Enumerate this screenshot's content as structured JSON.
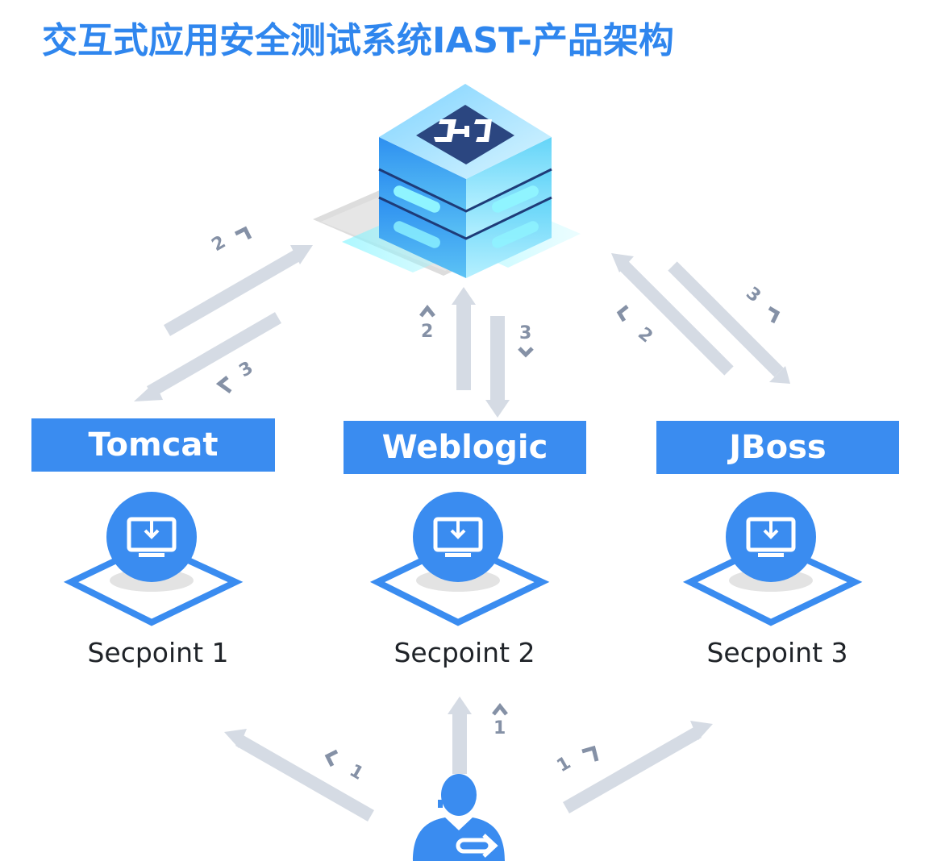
{
  "title": "交互式应用安全测试系统IAST-产品架构",
  "app_servers": [
    {
      "label": "Tomcat"
    },
    {
      "label": "Weblogic"
    },
    {
      "label": "JBoss"
    }
  ],
  "secpoints": [
    {
      "label": "Secpoint 1"
    },
    {
      "label": "Secpoint 2"
    },
    {
      "label": "Secpoint 3"
    }
  ],
  "step_numbers": {
    "top_left_out": "2",
    "top_left_in": "3",
    "top_mid_up": "2",
    "top_mid_down": "3",
    "top_right_up": "2",
    "top_right_down": "3",
    "bottom_left": "1",
    "bottom_mid": "1",
    "bottom_right": "1"
  },
  "icons": {
    "server": "server-stack-icon",
    "secpoint": "monitor-download-icon",
    "user": "user-icon"
  },
  "colors": {
    "accent": "#3a8cf0",
    "title": "#2f86ee",
    "arrow": "#d5dbe4",
    "step_number": "#8591a6"
  }
}
